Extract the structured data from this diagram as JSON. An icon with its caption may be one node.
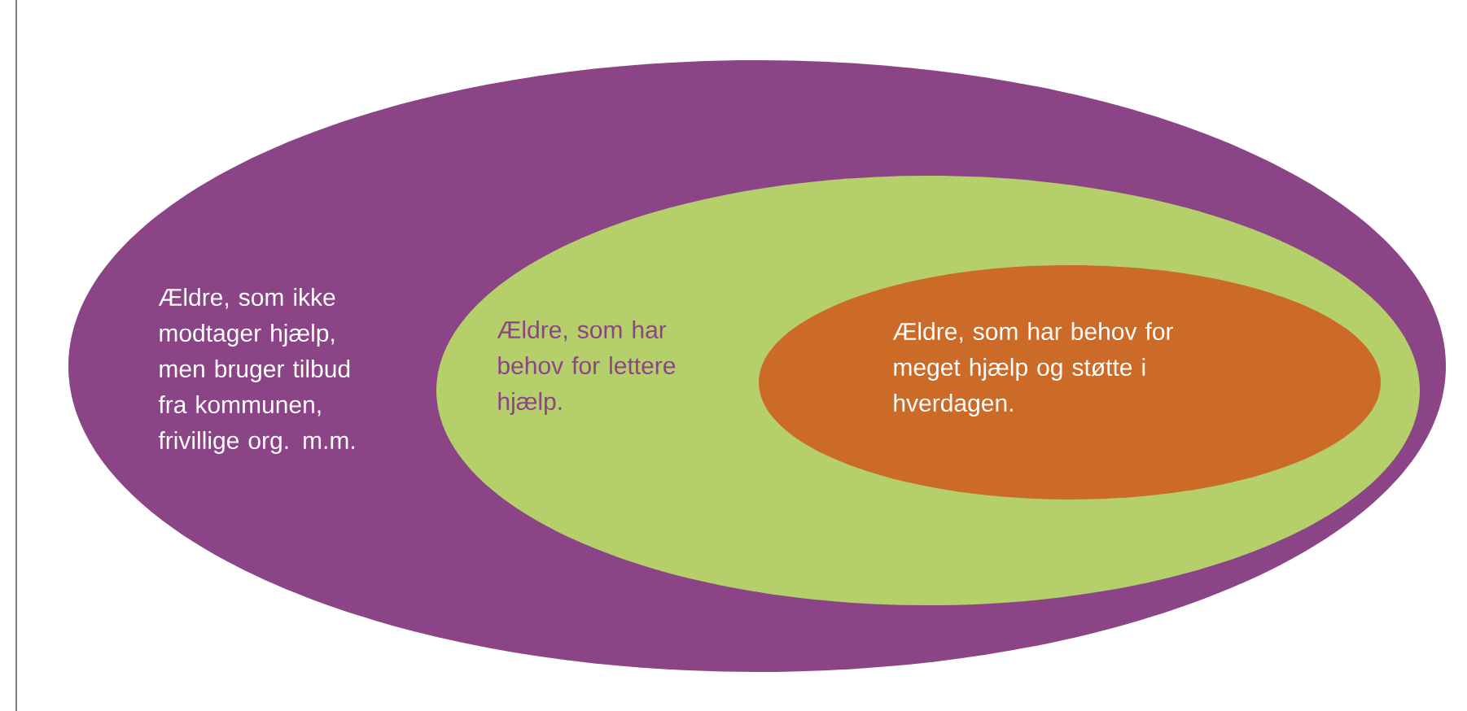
{
  "diagram": {
    "nodes": [
      {
        "text": [
          "Ældre, som ikke modtager hjælp, men bruger tilbud fra kommunen, frivillige org. m.m."
        ]
      },
      {
        "text": [
          "Ældre, som har behov for lettere hjælp."
        ],
        "in": 0
      },
      {
        "text": [
          "Ældre, som har behov for meget hjælp og støtte i hverdagen."
        ],
        "in": 1
      }
    ]
  }
}
